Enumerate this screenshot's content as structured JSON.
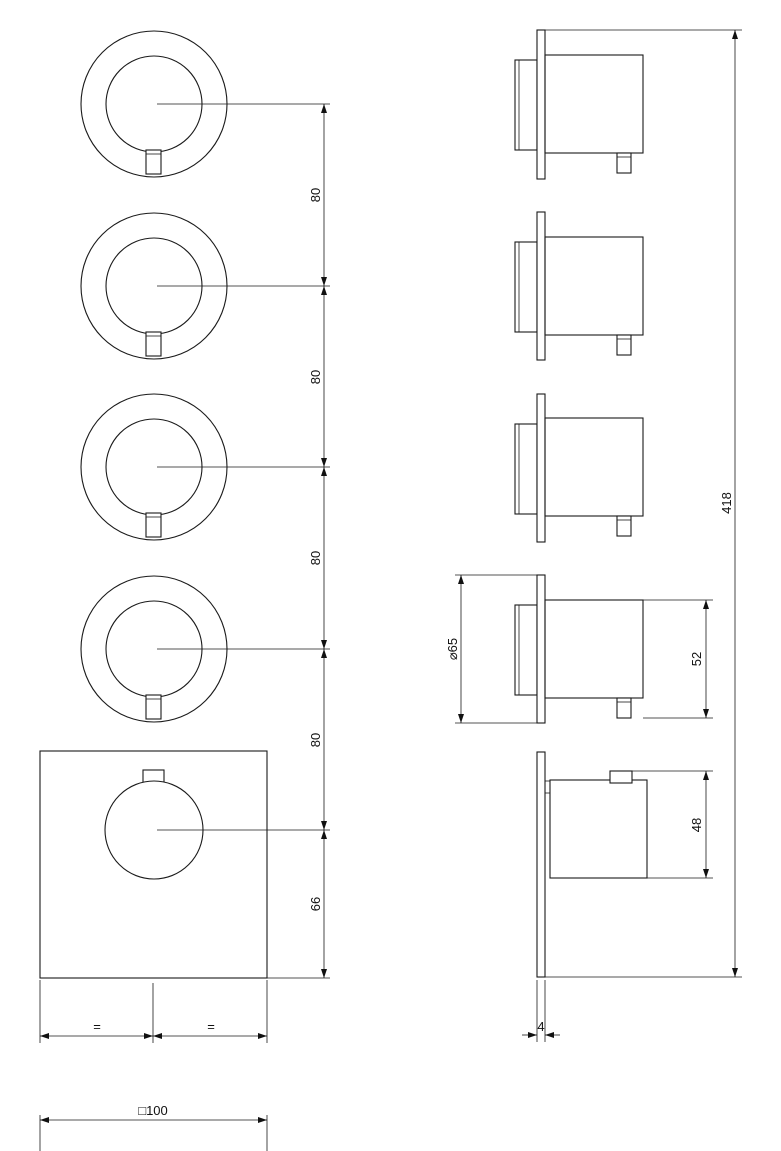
{
  "dimensions": {
    "spacing_1": "80",
    "spacing_2": "80",
    "spacing_3": "80",
    "spacing_4": "80",
    "plate_offset": "66",
    "equal_left": "=",
    "equal_right": "=",
    "plate_size": "□100",
    "total_height": "418",
    "diameter": "⌀65",
    "knob_depth": "52",
    "body_depth": "48",
    "plate_thickness": "4"
  },
  "colors": {
    "line": "#1a1a1a",
    "background": "#ffffff"
  }
}
